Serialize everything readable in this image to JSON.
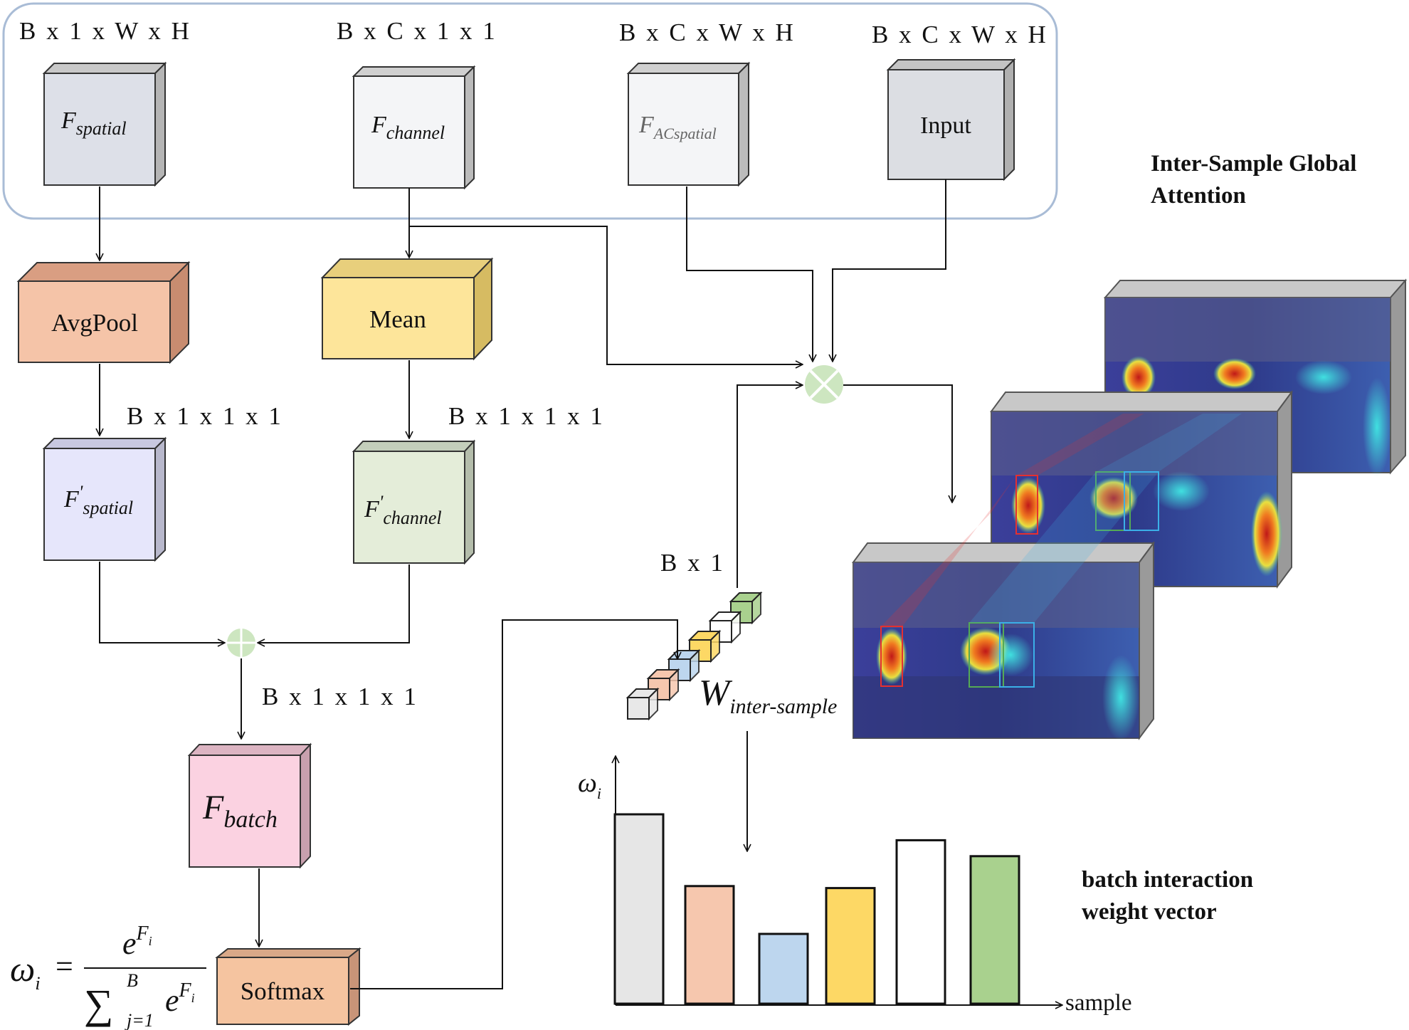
{
  "dims": {
    "spatial": "B x 1 x W x H",
    "channel": "B x C x 1 x 1",
    "acspatial": "B x C x W x H",
    "input": "B x C x W x H",
    "avgpool_out": "B x 1 x 1 x 1",
    "mean_out": "B x 1 x 1 x 1",
    "sum_out": "B x 1 x 1 x 1",
    "weight": "B x 1"
  },
  "boxes": {
    "f_spatial": {
      "main": "F",
      "sub": "spatial"
    },
    "f_channel": {
      "main": "F",
      "sub": "channel"
    },
    "f_acspatial": {
      "main": "F",
      "sub": "ACspatial"
    },
    "input": "Input",
    "avgpool": "AvgPool",
    "mean": "Mean",
    "f_prime_spatial": {
      "main": "F",
      "prime": "'",
      "sub": "spatial"
    },
    "f_prime_channel": {
      "main": "F",
      "prime": "'",
      "sub": "channel"
    },
    "f_batch": {
      "main": "F",
      "sub": "batch"
    },
    "softmax": "Softmax"
  },
  "weight_label": {
    "main": "W",
    "sub": "inter-sample"
  },
  "titles": {
    "global_attention_line1": "Inter-Sample Global",
    "global_attention_line2": "Attention",
    "weight_vector_line1": "batch interaction",
    "weight_vector_line2": "weight vector"
  },
  "formula": {
    "lhs": "ω",
    "lhs_sub": "i",
    "equals": "=",
    "num_base": "e",
    "num_exp": "F",
    "num_exp_sub": "i",
    "den_sum": "∑",
    "den_sup": "B",
    "den_sub": "j=1",
    "den_base": "e",
    "den_exp": "F",
    "den_exp_sub": "i"
  },
  "axis": {
    "y_label": "ω",
    "y_label_sub": "i",
    "x_label": "sample"
  },
  "colors": {
    "frame": "#a9bcd6",
    "grey_light": "#e6e8ec",
    "avgpool": "#f5c4a8",
    "mean": "#fde59a",
    "f_prime_spatial": "#e6e6fb",
    "f_prime_channel": "#e4edd9",
    "f_batch": "#fbd2e1",
    "softmax": "#f5c4a0",
    "op_circle": "#cde6c0"
  },
  "chart_data": {
    "type": "bar",
    "categories": [
      "",
      "",
      "",
      "",
      "",
      ""
    ],
    "values": [
      0.95,
      0.59,
      0.35,
      0.58,
      0.82,
      0.74
    ],
    "colors": [
      "#e6e6e6",
      "#f6c7ae",
      "#bdd6ee",
      "#fdd865",
      "#ffffff",
      "#a9d18e"
    ],
    "ylim": [
      0,
      1
    ]
  },
  "weight_vector_colors": [
    "#e8e8e8",
    "#f6c7ae",
    "#bdd6ee",
    "#fdd865",
    "#ffffff",
    "#a9d18e"
  ]
}
